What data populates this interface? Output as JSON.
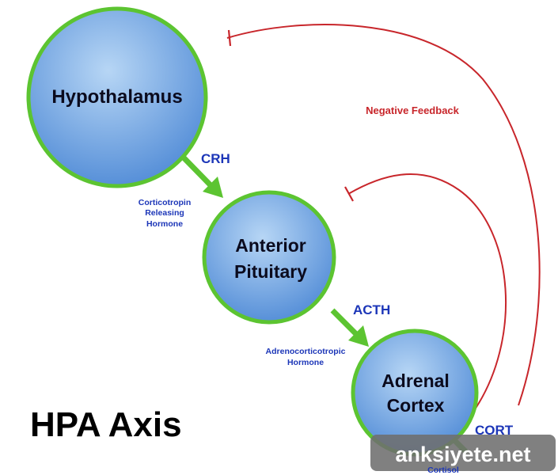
{
  "diagram": {
    "title": "HPA Axis",
    "nodes": {
      "hypothalamus": {
        "line1": "Hypothalamus"
      },
      "anterior_pituitary": {
        "line1": "Anterior",
        "line2": "Pituitary"
      },
      "adrenal_cortex": {
        "line1": "Adrenal",
        "line2": "Cortex"
      }
    },
    "hormones": {
      "crh": {
        "abbr": "CRH",
        "full_line1": "Corticotropin",
        "full_line2": "Releasing",
        "full_line3": "Hormone"
      },
      "acth": {
        "abbr": "ACTH",
        "full_line1": "Adrenocorticotropic",
        "full_line2": "Hormone"
      },
      "cort": {
        "abbr": "CORT",
        "full_line1": "Cortisol"
      }
    },
    "feedback_label": "Negative Feedback"
  },
  "watermark": {
    "text": "anksiyete.net"
  },
  "colors": {
    "node_fill_light": "#a9cdf2",
    "node_fill_dark": "#4f8cd8",
    "node_stroke": "#5cc431",
    "arrow": "#5cc431",
    "feedback_line": "#c8262b",
    "hormone_text": "#1c36b8"
  }
}
